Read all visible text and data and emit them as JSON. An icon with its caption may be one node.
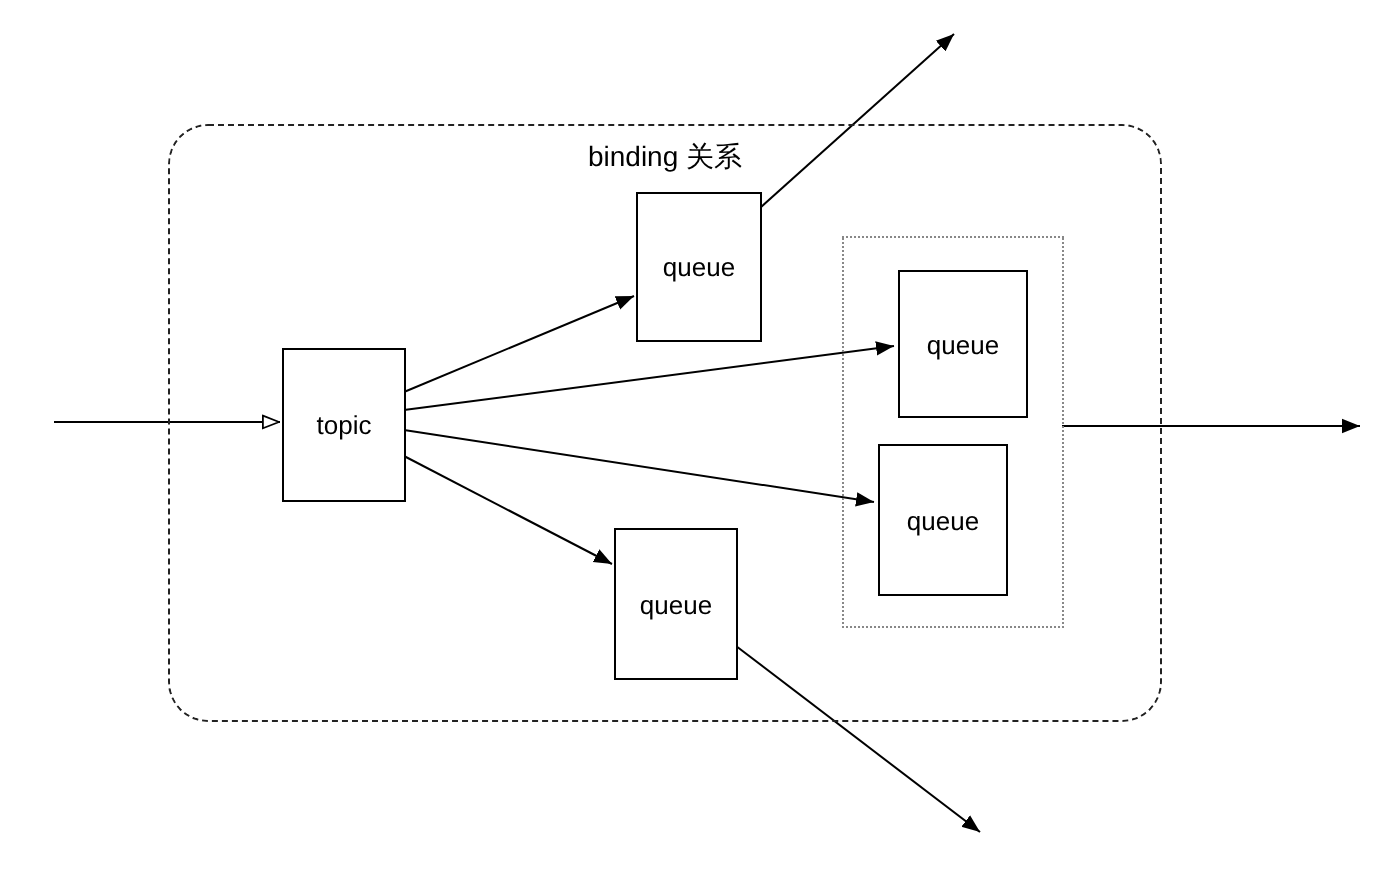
{
  "diagram": {
    "nodes": [
      {
        "text": [
          "binding 关系"
        ]
      },
      {
        "text": [
          "topic"
        ],
        "in": 0
      },
      {
        "text": [
          "queue"
        ],
        "in": 0
      },
      {
        "text": [],
        "shape": "box",
        "in": 0
      },
      {
        "text": [
          "queue"
        ],
        "in": 3
      },
      {
        "text": [
          "queue"
        ],
        "in": 3
      },
      {
        "text": [
          "queue"
        ],
        "in": 0
      }
    ],
    "edges": [
      {
        "from": null,
        "to": 1,
        "arrow": "to"
      },
      {
        "from": 1,
        "to": 2,
        "arrow": "to"
      },
      {
        "from": 1,
        "to": 4,
        "arrow": "to"
      },
      {
        "from": 1,
        "to": 5,
        "arrow": "to"
      },
      {
        "from": 1,
        "to": 6,
        "arrow": "to"
      },
      {
        "from": 2,
        "to": null,
        "arrow": "to"
      },
      {
        "from": 3,
        "to": null,
        "arrow": "to"
      },
      {
        "from": 6,
        "to": null,
        "arrow": "to"
      }
    ]
  }
}
